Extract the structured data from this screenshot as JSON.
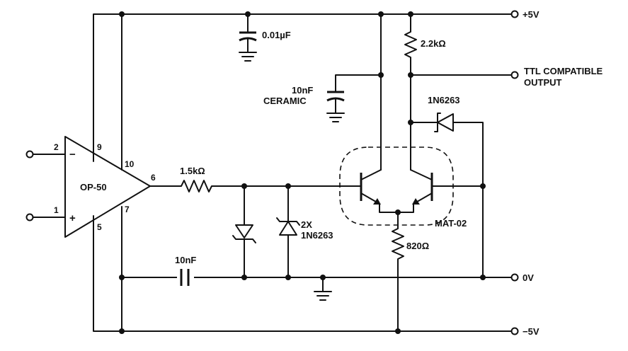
{
  "opamp": {
    "name": "OP-50",
    "minus_sign": "−",
    "plus_sign": "+"
  },
  "pins": {
    "in_minus": "2",
    "in_plus": "1",
    "supply_pos": "9",
    "pin10": "10",
    "output": "6",
    "pin7": "7",
    "supply_neg": "5"
  },
  "components": {
    "c_bypass": "0.01µF",
    "c_ceramic_line1": "10nF",
    "c_ceramic_line2": "CERAMIC",
    "r_pullup": "2.2kΩ",
    "diode_top": "1N6263",
    "r_input": "1.5kΩ",
    "diodes_line1": "2X",
    "diodes_line2": "1N6263",
    "transistor_pair": "MAT-02",
    "r_tail": "820Ω",
    "c_bottom": "10nF"
  },
  "terminals": {
    "pos_supply": "+5V",
    "output_line1": "TTL COMPATIBLE",
    "output_line2": "OUTPUT",
    "ground": "0V",
    "neg_supply": "−5V"
  }
}
